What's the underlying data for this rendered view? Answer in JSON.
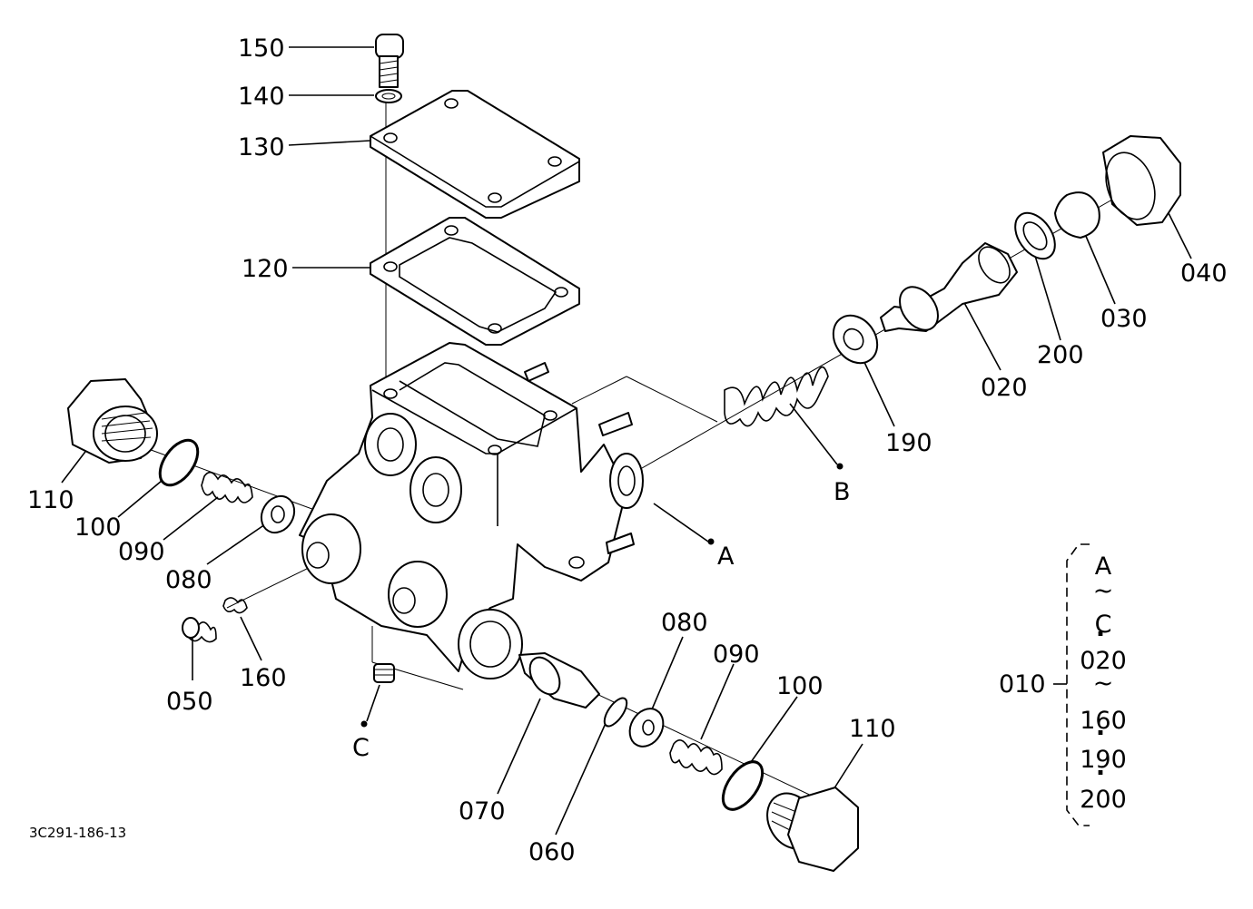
{
  "drawing_code": "3C291-186-13",
  "callouts": {
    "c150": "150",
    "c140": "140",
    "c130": "130",
    "c120": "120",
    "c110_left": "110",
    "c100_left": "100",
    "c090_left": "090",
    "c080_left": "080",
    "c050": "050",
    "c160": "160",
    "c_c": "C",
    "c_a": "A",
    "c_b": "B",
    "c190": "190",
    "c020": "020",
    "c200": "200",
    "c030": "030",
    "c040": "040",
    "c080_right": "080",
    "c090_right": "090",
    "c100_right": "100",
    "c110_right": "110",
    "c070": "070",
    "c060": "060"
  },
  "assembly_group": {
    "code": "010",
    "items": [
      "A",
      "~",
      "C",
      "·",
      "020",
      "~",
      "160",
      "·",
      "190",
      "·",
      "200"
    ]
  }
}
